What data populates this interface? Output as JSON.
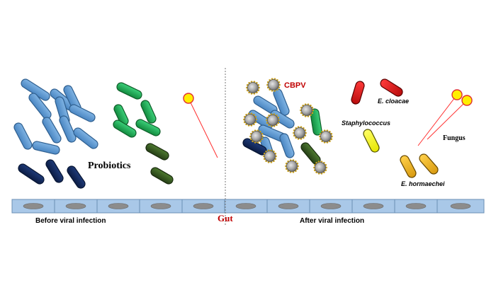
{
  "labels": {
    "probiotics": "Probiotics",
    "cbpv": "CBPV",
    "e_cloacae": "E. cloacae",
    "staphylococcus": "Staphylococcus",
    "fungus": "Fungus",
    "e_hormaechei": "E. hormaechei",
    "gut": "Gut",
    "before": "Before viral infection",
    "after": "After viral infection"
  },
  "colors": {
    "probiotic_blue": "#5b9bd5",
    "probiotic_green": "#2bb45a",
    "probiotic_navy": "#14285a",
    "probiotic_olive": "#3a5a22",
    "virus": "#a9a9a9",
    "e_cloacae_red": "#e01818",
    "staphylococcus_yellow": "#ffff1a",
    "e_hormaechei_orange": "#f0b81c",
    "fungus_yellow": "#ffee00",
    "fungus_line": "#ff3030",
    "gut_cells": "#a9c8e8",
    "gut_label": "#c00000",
    "cbpv_label": "#c00000"
  }
}
